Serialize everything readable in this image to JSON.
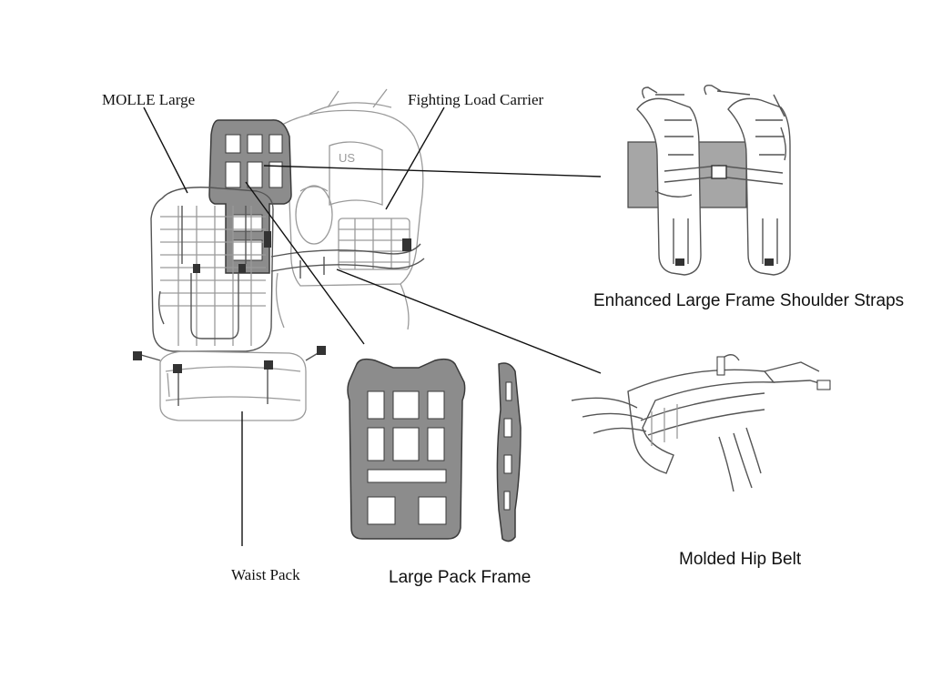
{
  "labels": {
    "molle_large": "MOLLE Large",
    "fighting_load_carrier": "Fighting Load Carrier",
    "enhanced_straps": "Enhanced Large Frame Shoulder Straps",
    "waist_pack": "Waist Pack",
    "large_pack_frame": "Large Pack Frame",
    "molded_hip_belt": "Molded Hip Belt"
  }
}
